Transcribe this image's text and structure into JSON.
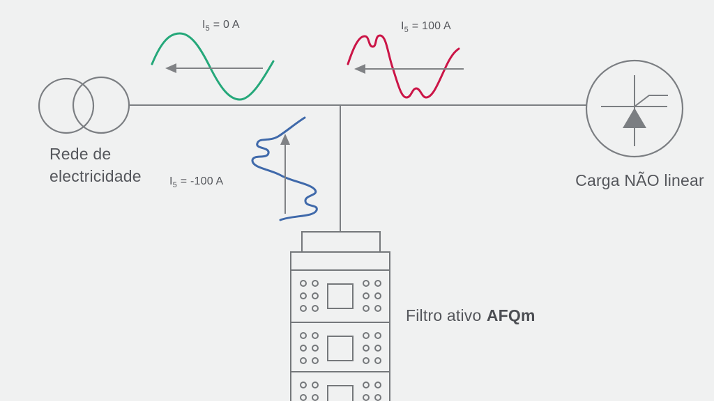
{
  "colors": {
    "background": "#f0f1f1",
    "stroke_gray": "#7b7e82",
    "text_gray": "#54565b",
    "wave_green": "#25a87a",
    "wave_red": "#cb1547",
    "wave_blue": "#3f69aa"
  },
  "network": {
    "label_line1": "Rede de",
    "label_line2": "electricidade"
  },
  "load": {
    "label": "Carga NÃO linear"
  },
  "filter": {
    "label_regular": "Filtro ativo",
    "label_bold": "AFQm"
  },
  "waves": {
    "grid": {
      "symbol": "I",
      "subscript": "5",
      "value": "= 0 A",
      "color": "#25a87a",
      "direction": "left"
    },
    "load": {
      "symbol": "I",
      "subscript": "5",
      "value": "= 100 A",
      "color": "#cb1547",
      "direction": "left"
    },
    "filter": {
      "symbol": "I",
      "subscript": "5",
      "value": "= -100 A",
      "color": "#3f69aa",
      "direction": "up"
    }
  }
}
